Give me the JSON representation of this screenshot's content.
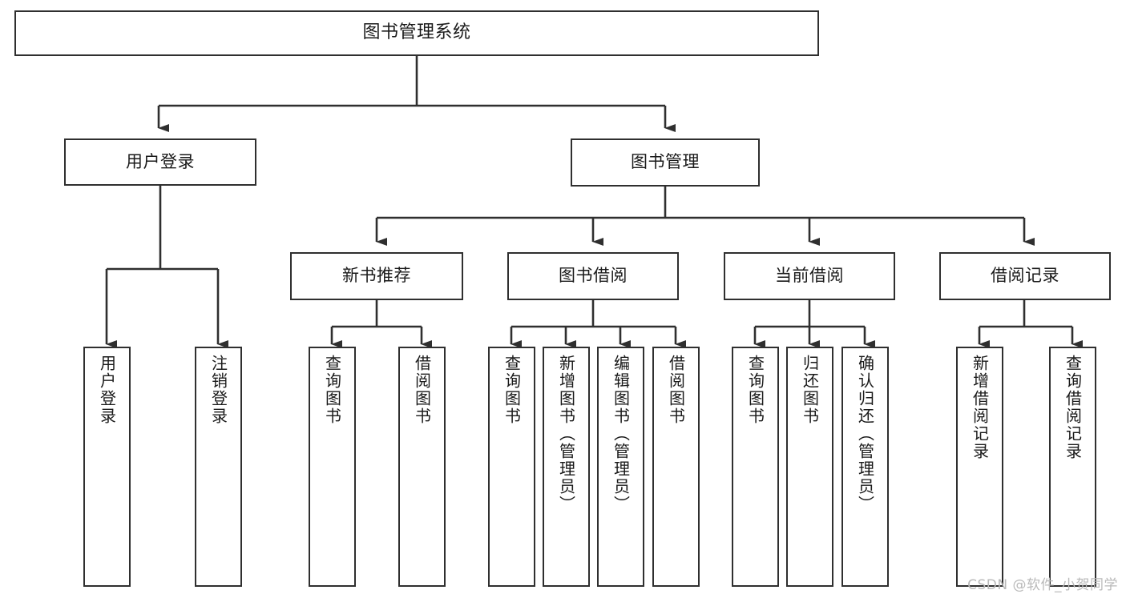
{
  "diagram": {
    "type": "tree",
    "title": "图书管理系统",
    "root": {
      "id": "root",
      "label": "图书管理系统"
    },
    "level1": [
      {
        "id": "user-login",
        "label": "用户登录"
      },
      {
        "id": "book-manage",
        "label": "图书管理"
      }
    ],
    "level2": [
      {
        "id": "new-book-rec",
        "label": "新书推荐",
        "parent": "book-manage"
      },
      {
        "id": "book-borrow",
        "label": "图书借阅",
        "parent": "book-manage"
      },
      {
        "id": "current-borrow",
        "label": "当前借阅",
        "parent": "book-manage"
      },
      {
        "id": "borrow-record",
        "label": "借阅记录",
        "parent": "book-manage"
      }
    ],
    "leaves": [
      {
        "id": "leaf-user-login",
        "label": "用户登录",
        "parent": "user-login"
      },
      {
        "id": "leaf-logout-login",
        "label": "注销登录",
        "parent": "user-login"
      },
      {
        "id": "leaf-query-book-1",
        "label": "查询图书",
        "parent": "new-book-rec"
      },
      {
        "id": "leaf-borrow-book-1",
        "label": "借阅图书",
        "parent": "new-book-rec"
      },
      {
        "id": "leaf-query-book-2",
        "label": "查询图书",
        "parent": "book-borrow"
      },
      {
        "id": "leaf-add-book",
        "label": "新增图书（管理员）",
        "parent": "book-borrow"
      },
      {
        "id": "leaf-edit-book",
        "label": "编辑图书（管理员）",
        "parent": "book-borrow"
      },
      {
        "id": "leaf-borrow-book-2",
        "label": "借阅图书",
        "parent": "book-borrow"
      },
      {
        "id": "leaf-query-book-3",
        "label": "查询图书",
        "parent": "current-borrow"
      },
      {
        "id": "leaf-return-book",
        "label": "归还图书",
        "parent": "current-borrow"
      },
      {
        "id": "leaf-confirm-return",
        "label": "确认归还（管理员）",
        "parent": "current-borrow"
      },
      {
        "id": "leaf-add-record",
        "label": "新增借阅记录",
        "parent": "borrow-record"
      },
      {
        "id": "leaf-query-record",
        "label": "查询借阅记录",
        "parent": "borrow-record"
      }
    ]
  },
  "watermark": {
    "text": "CSDN @软件_小贺同学"
  },
  "colors": {
    "border": "#2f2f2f",
    "text": "#1a1a1a",
    "background": "#ffffff",
    "watermark": "#b9b9b9"
  }
}
